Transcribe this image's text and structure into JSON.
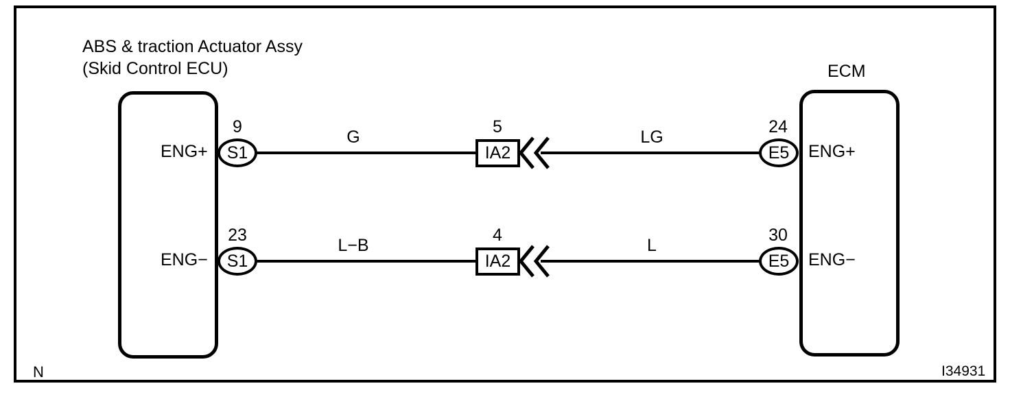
{
  "diagram": {
    "reference_code": "I34931",
    "revision_note": "N",
    "left_unit": {
      "caption_line1": "ABS & traction Actuator Assy",
      "caption_line2": "(Skid Control ECU)"
    },
    "right_unit": {
      "caption": "ECM"
    },
    "circuits": [
      {
        "id": "eng-plus",
        "left_terminal": "ENG+",
        "left_pin": "9",
        "left_connector": "S1",
        "left_wire_color": "G",
        "junction_pin": "5",
        "junction_connector": "IA2",
        "right_wire_color": "LG",
        "right_pin": "24",
        "right_connector": "E5",
        "right_terminal": "ENG+"
      },
      {
        "id": "eng-minus",
        "left_terminal": "ENG−",
        "left_pin": "23",
        "left_connector": "S1",
        "left_wire_color": "L−B",
        "junction_pin": "4",
        "junction_connector": "IA2",
        "right_wire_color": "L",
        "right_pin": "30",
        "right_connector": "E5",
        "right_terminal": "ENG−"
      }
    ]
  },
  "colors": {
    "line": "#000000",
    "background": "#ffffff"
  }
}
